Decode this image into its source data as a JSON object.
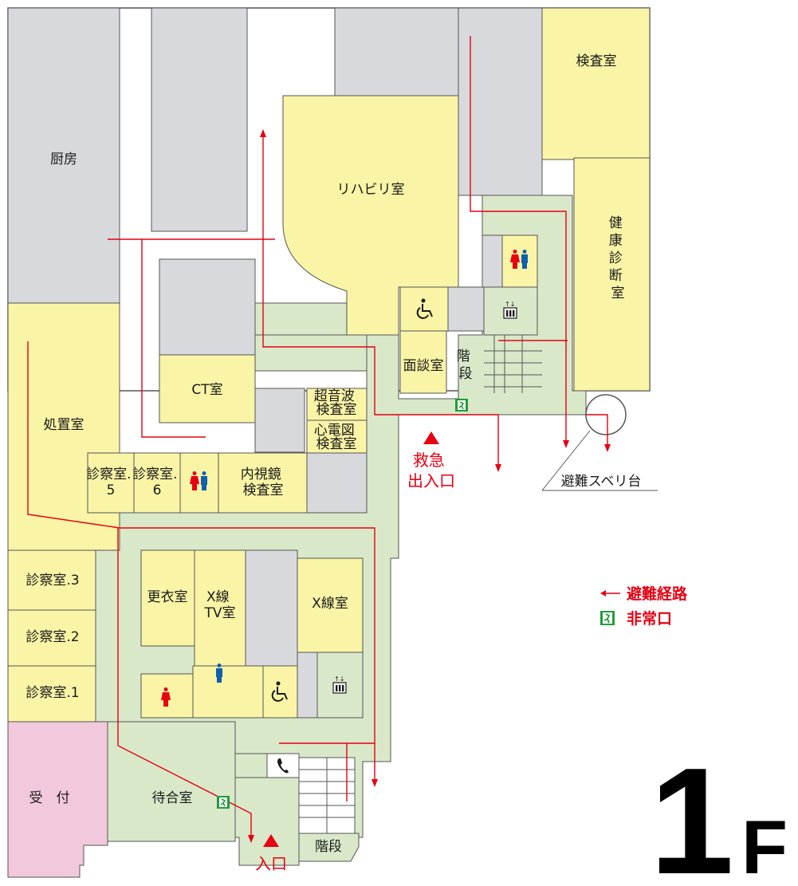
{
  "floor": {
    "number": "1",
    "suffix": "F"
  },
  "rooms": {
    "kitchen": "厨房",
    "rehab": "リハビリ室",
    "exam_room": "検査室",
    "health_check": "健康診断室",
    "treatment": "処置室",
    "ct": "CT室",
    "ultrasound": [
      "超音波",
      "検査室"
    ],
    "ecg": [
      "心電図",
      "検査室"
    ],
    "endoscopy": [
      "内視鏡",
      "検査室"
    ],
    "consult5": [
      "診察室.",
      "5"
    ],
    "consult6": [
      "診察室.",
      "6"
    ],
    "consult3": "診察室.3",
    "consult2": "診察室.2",
    "consult1": "診察室.1",
    "reception": "受　付",
    "waiting": "待合室",
    "interview": "面談室",
    "stairs_north": [
      "階",
      "段"
    ],
    "stairs_south": "階段",
    "changing": "更衣室",
    "xray_tv": [
      "X線",
      "TV室"
    ],
    "xray": "X線室"
  },
  "entrances": {
    "emergency": [
      "救急",
      "出入口"
    ],
    "main": "入口"
  },
  "slide": "避難スベリ台",
  "legend": {
    "route": "避難経路",
    "exit": "非常口"
  },
  "colors": {
    "yellow_room": "#faf4a6",
    "corridor": "#d9e8c9",
    "service": "#d7d9dc",
    "reception": "#f2c8dc",
    "route": "#e60012",
    "exit_sign": "#1f9d3a",
    "female": "#e60012",
    "male": "#1060b0"
  },
  "icons": [
    "wheelchair-icon",
    "elevator-icon",
    "restroom-icon",
    "telephone-icon",
    "emergency-exit-icon"
  ]
}
